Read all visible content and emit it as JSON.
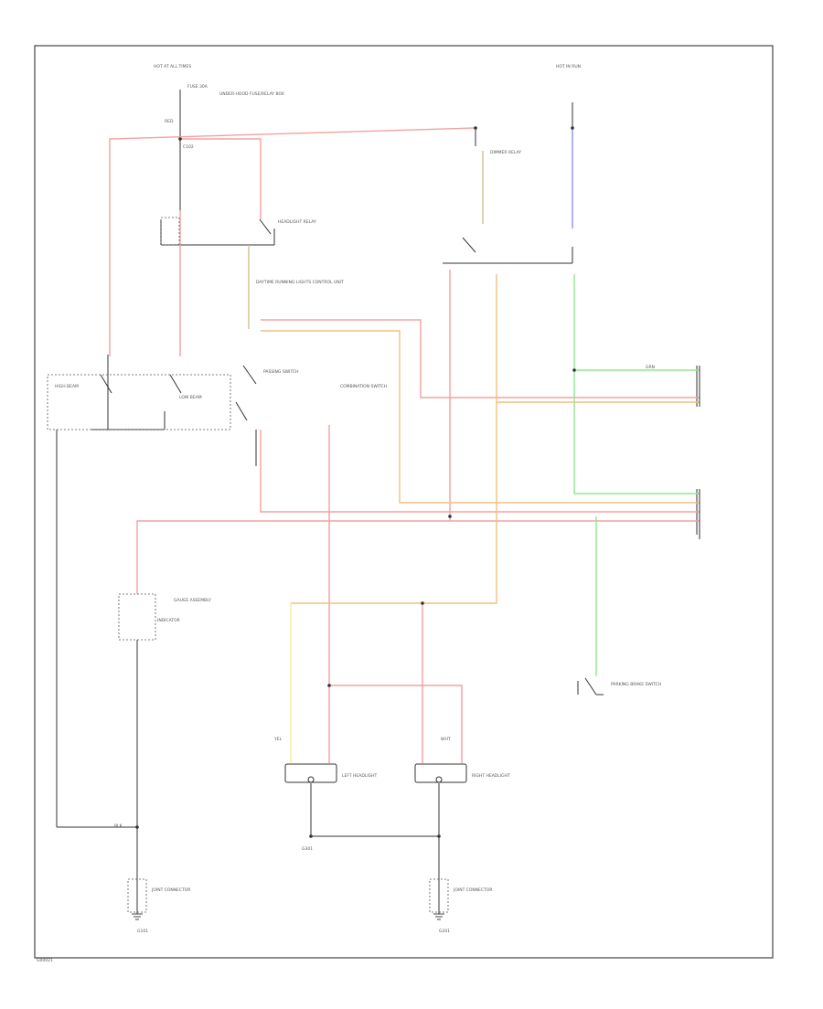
{
  "colors": {
    "red": "#f4a0a0",
    "blue": "#9090f0",
    "green": "#90e890",
    "orange": "#f0c080",
    "tan": "#d0c090",
    "yellow": "#f0f0a0",
    "black": "#333333"
  },
  "diagram": {
    "top_left_source": "HOT AT ALL TIMES",
    "top_right_source": "HOT IN RUN",
    "footer_code": "G00021",
    "labels": [
      "FUSE 30A",
      "UNDER-HOOD FUSE/RELAY BOX",
      "RED",
      "C102",
      "HEADLIGHT RELAY",
      "DIMMER RELAY",
      "DAYTIME RUNNING LIGHTS CONTROL UNIT",
      "PASSING SWITCH",
      "HIGH BEAM",
      "LOW BEAM",
      "COMBINATION SWITCH",
      "INDICATOR",
      "GAUGE ASSEMBLY",
      "LEFT HEADLIGHT",
      "RIGHT HEADLIGHT",
      "PARKING BRAKE SWITCH",
      "JOINT CONNECTOR",
      "G101",
      "G201",
      "G301",
      "BLK",
      "GRN",
      "YEL",
      "WHT"
    ]
  }
}
